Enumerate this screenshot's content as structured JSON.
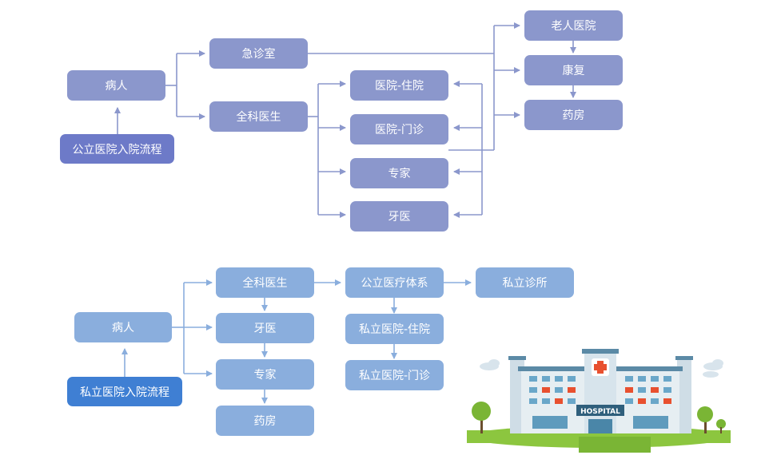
{
  "public_flow": {
    "title": "公立医院入院流程",
    "patient": "病人",
    "emergency": "急诊室",
    "gp": "全科医生",
    "hospital_inpatient": "医院-住院",
    "hospital_outpatient": "医院-门诊",
    "specialist": "专家",
    "dentist": "牙医",
    "elderly_hospital": "老人医院",
    "rehab": "康复",
    "pharmacy": "药房"
  },
  "private_flow": {
    "title": "私立医院入院流程",
    "patient": "病人",
    "gp": "全科医生",
    "dentist": "牙医",
    "specialist": "专家",
    "pharmacy": "药房",
    "public_system": "公立医疗体系",
    "private_inpatient": "私立医院-住院",
    "private_outpatient": "私立医院-门诊",
    "private_clinic": "私立诊所"
  },
  "illustration": {
    "sign": "HOSPITAL",
    "icon": "hospital-building-icon"
  },
  "colors": {
    "public_node": "#8b97cc",
    "public_title": "#6d7ac8",
    "private_node": "#8aaedd",
    "private_title": "#3f7fd3",
    "connector_public": "#8b97cc",
    "connector_private": "#8aaedd"
  }
}
